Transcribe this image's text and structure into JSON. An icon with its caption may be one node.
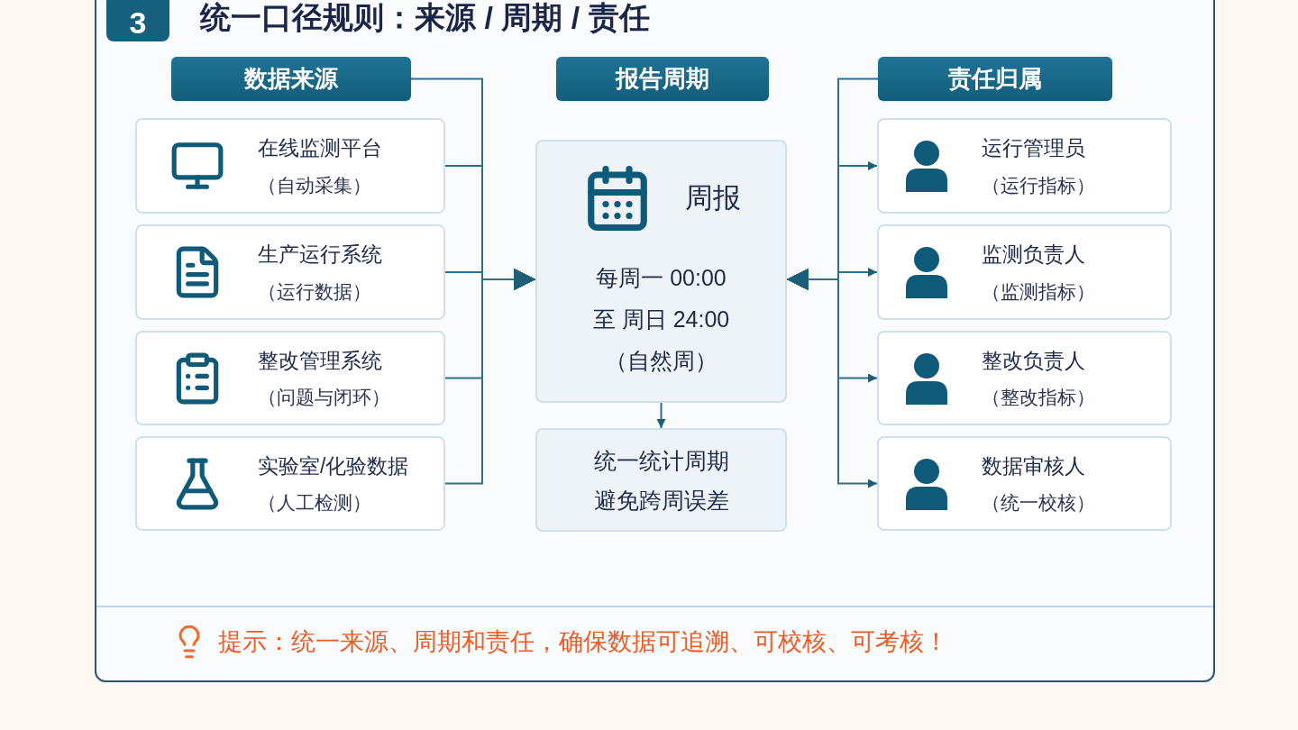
{
  "diagram": {
    "title": "统一口径规则：来源 / 周期 / 责任",
    "nodes": [
      {
        "text": [
          "3"
        ]
      },
      {
        "text": [
          "数据来源"
        ]
      },
      {
        "text": [
          "在线监测平台",
          "（自动采集）"
        ]
      },
      {
        "text": [
          "生产运行系统",
          "（运行数据）"
        ]
      },
      {
        "text": [
          "整改管理系统",
          "（问题与闭环）"
        ]
      },
      {
        "text": [
          "实验室/化验数据",
          "（人工检测）"
        ]
      },
      {
        "text": [
          "报告周期"
        ]
      },
      {
        "text": [
          "周报",
          "每周一 00:00",
          "至 周日 24:00",
          "（自然周）"
        ]
      },
      {
        "text": [
          "统一统计周期",
          "避免跨周误差"
        ]
      },
      {
        "text": [
          "责任归属"
        ]
      },
      {
        "text": [
          "运行管理员",
          "（运行指标）"
        ]
      },
      {
        "text": [
          "监测负责人",
          "（监测指标）"
        ]
      },
      {
        "text": [
          "整改负责人",
          "（整改指标）"
        ]
      },
      {
        "text": [
          "数据审核人",
          "（统一校核）"
        ]
      }
    ],
    "edges": [
      {
        "from": 1,
        "to": 7,
        "arrow": "to"
      },
      {
        "from": 2,
        "to": 7,
        "arrow": "to"
      },
      {
        "from": 3,
        "to": 7,
        "arrow": "to"
      },
      {
        "from": 4,
        "to": 7,
        "arrow": "to"
      },
      {
        "from": 5,
        "to": 7,
        "arrow": "to"
      },
      {
        "from": 9,
        "to": 7,
        "arrow": "to"
      },
      {
        "from": 7,
        "to": 10,
        "arrow": "both"
      },
      {
        "from": 7,
        "to": 11,
        "arrow": "both"
      },
      {
        "from": 7,
        "to": 12,
        "arrow": "both"
      },
      {
        "from": 7,
        "to": 13,
        "arrow": "both"
      },
      {
        "from": 7,
        "to": 8,
        "arrow": "to"
      }
    ],
    "labels": [
      "提示：统一来源、周期和责任，确保数据可追溯、可校核、可考核！"
    ]
  }
}
